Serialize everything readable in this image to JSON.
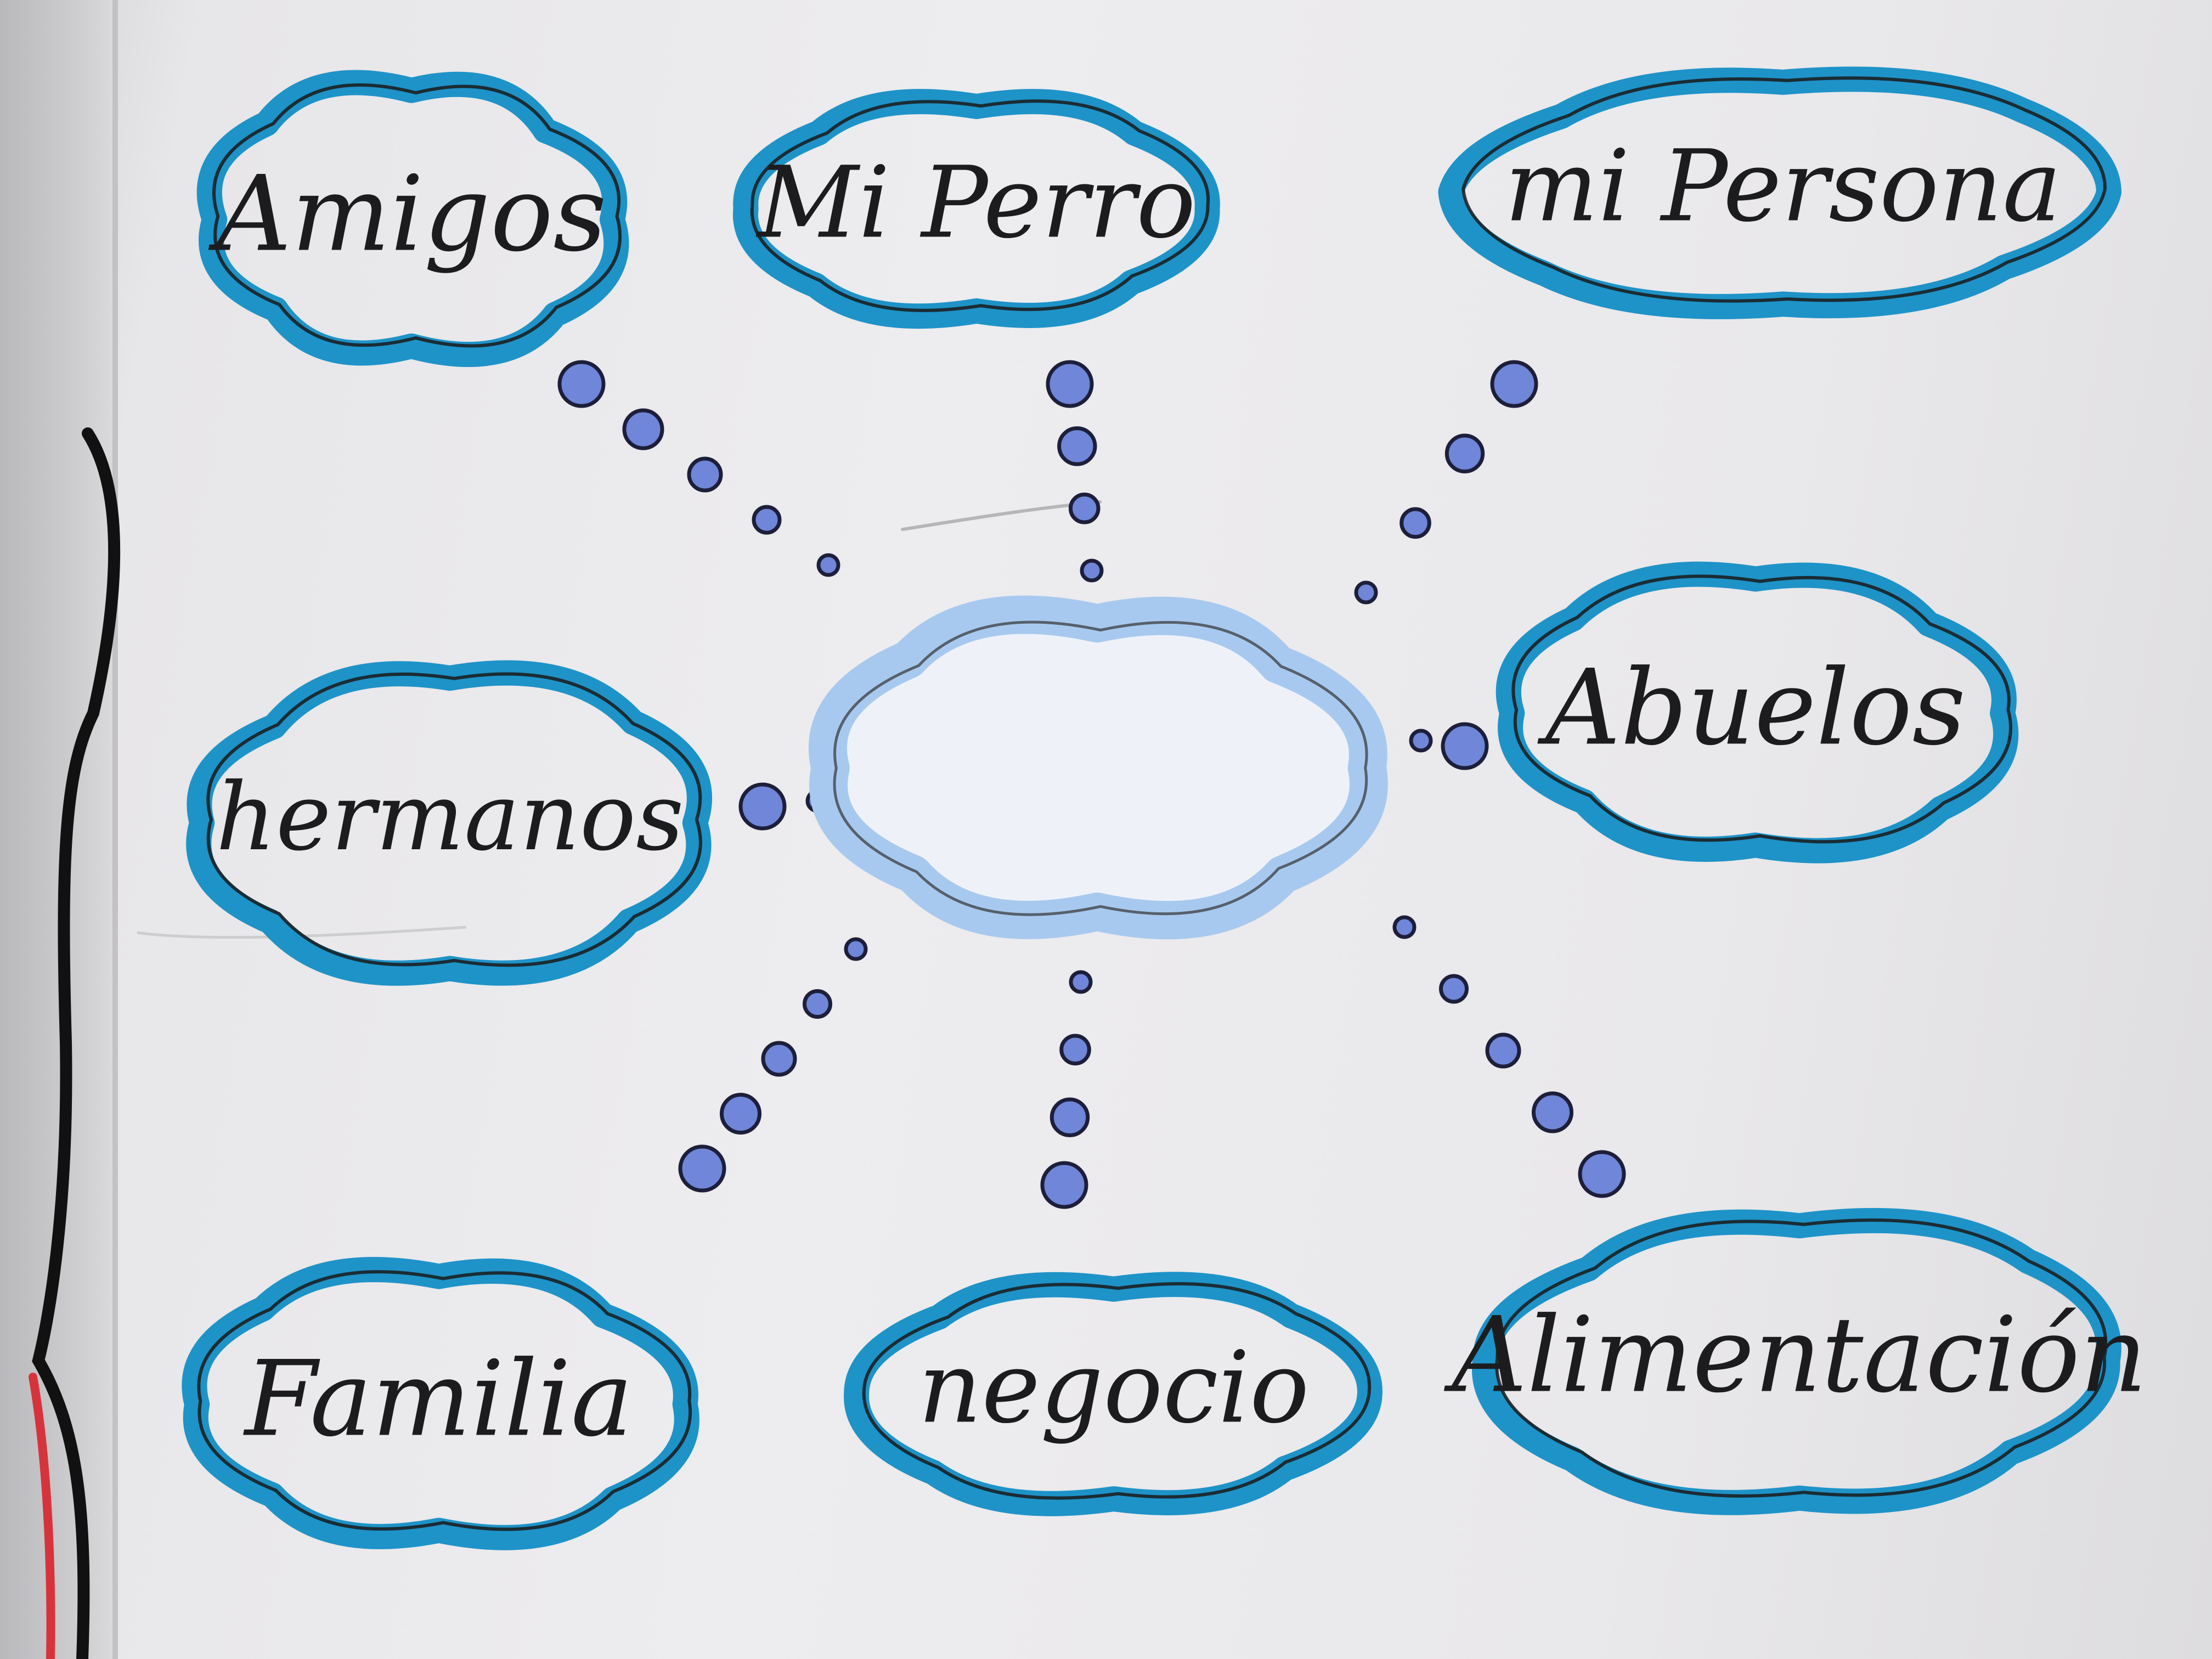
{
  "colors": {
    "cloud_outline": "#1e93c8",
    "cloud_ink": "#1a1a1a",
    "center_fill": "#a8c9ef",
    "dot_fill": "#6f86d9",
    "dot_ink": "#1d1f3a",
    "paper": "#eceaec",
    "cable": "#111111",
    "cable_red": "#d7333d"
  },
  "concept_map": {
    "center": {
      "label": ""
    },
    "nodes": [
      {
        "id": "amigos",
        "label": "Amigos"
      },
      {
        "id": "mi-perro",
        "label": "Mi Perro"
      },
      {
        "id": "mi-persona",
        "label": "mi Persona"
      },
      {
        "id": "hermanos",
        "label": "hermanos"
      },
      {
        "id": "abuelos",
        "label": "Abuelos"
      },
      {
        "id": "familia",
        "label": "Familia"
      },
      {
        "id": "negocio",
        "label": "negocio"
      },
      {
        "id": "alimentacion",
        "label": "Alimentación"
      }
    ]
  }
}
